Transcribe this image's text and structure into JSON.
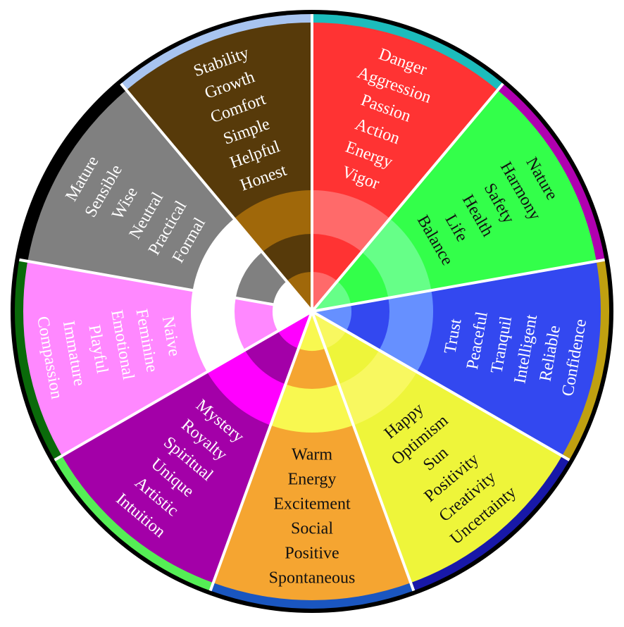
{
  "wheel": {
    "segments": [
      {
        "id": "red",
        "main": "#ff3333",
        "alt": "#ff6a6a",
        "ring": "#1cbcbc",
        "text_color": "#ffffff",
        "words": [
          "Danger",
          "Aggression",
          "Passion",
          "Action",
          "Energy",
          "Vigor"
        ]
      },
      {
        "id": "green",
        "main": "#33ff4a",
        "alt": "#66ff88",
        "ring": "#b000b0",
        "text_color": "#111111",
        "words": [
          "Nature",
          "Harmony",
          "Safety",
          "Health",
          "Life",
          "Balance"
        ]
      },
      {
        "id": "blue",
        "main": "#3348f0",
        "alt": "#6690ff",
        "ring": "#c0a010",
        "text_color": "#ffffff",
        "words": [
          "Trust",
          "Peaceful",
          "Tranquil",
          "Intelligent",
          "Reliable",
          "Confidence"
        ]
      },
      {
        "id": "yellow",
        "main": "#eef53a",
        "alt": "#f8f860",
        "ring": "#1818a8",
        "text_color": "#111111",
        "words": [
          "Happy",
          "Optimism",
          "Sun",
          "Positivity",
          "Creativity",
          "Uncertainty"
        ]
      },
      {
        "id": "orange",
        "main": "#f5a531",
        "alt": "#f8f850",
        "ring": "#1a56c0",
        "text_color": "#111111",
        "words": [
          "Warm",
          "Energy",
          "Excitement",
          "Social",
          "Positive",
          "Spontaneous"
        ]
      },
      {
        "id": "purple",
        "main": "#a300a8",
        "alt": "#ff00ff",
        "ring": "#55ee55",
        "text_color": "#ffffff",
        "words": [
          "Mystery",
          "Royalty",
          "Spiritual",
          "Unique",
          "Artistic",
          "Intuition"
        ]
      },
      {
        "id": "pink",
        "main": "#ff88ff",
        "alt": "#ffffff",
        "ring": "#0a6a0a",
        "text_color": "#ffffff",
        "words": [
          "Naive",
          "Feminine",
          "Emotional",
          "Playful",
          "Immature",
          "Compassion"
        ]
      },
      {
        "id": "gray",
        "main": "#808080",
        "alt": "#ffffff",
        "ring": "#000000",
        "text_color": "#ffffff",
        "words": [
          "Mature",
          "Sensible",
          "Wise",
          "Neutral",
          "Practical",
          "Formal"
        ]
      },
      {
        "id": "brown",
        "main": "#573a0a",
        "alt": "#a0680a",
        "ring": "#a8c4f0",
        "text_color": "#ffffff",
        "words": [
          "Stability",
          "Growth",
          "Comfort",
          "Simple",
          "Helpful",
          "Honest"
        ]
      }
    ],
    "outline_color": "#000000",
    "divider_color": "#ffffff"
  }
}
